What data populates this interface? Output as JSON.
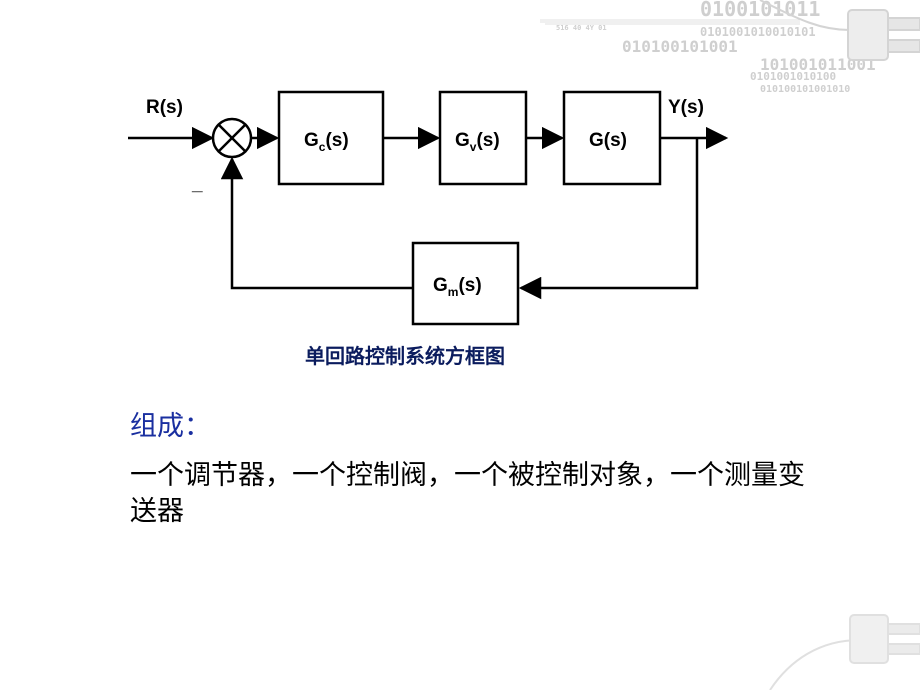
{
  "diagram": {
    "input_label": "R(s)",
    "output_label": "Y(s)",
    "minus_sign": "_",
    "blocks": {
      "controller": {
        "main": "G",
        "sub": "c",
        "tail": "(s)"
      },
      "valve": {
        "main": "G",
        "sub": "v",
        "tail": "(s)"
      },
      "process": {
        "main": "G(s)"
      },
      "measurement": {
        "main": "G",
        "sub": "m",
        "tail": "(s)"
      }
    },
    "caption": "单回路控制系统方框图"
  },
  "content": {
    "heading": "组成：",
    "body": "一个调节器，一个控制阀，一个被控制对象，一个测量变送器"
  },
  "decor": {
    "digits_row1": "0100101011",
    "digits_row2": "0101001010010101",
    "digits_row3": "010100101001",
    "digits_row4": "101001011001",
    "digits_row5": "0101001010100",
    "digits_row6": "010100101001010",
    "small_ticks": "516   40         4Y 01"
  }
}
